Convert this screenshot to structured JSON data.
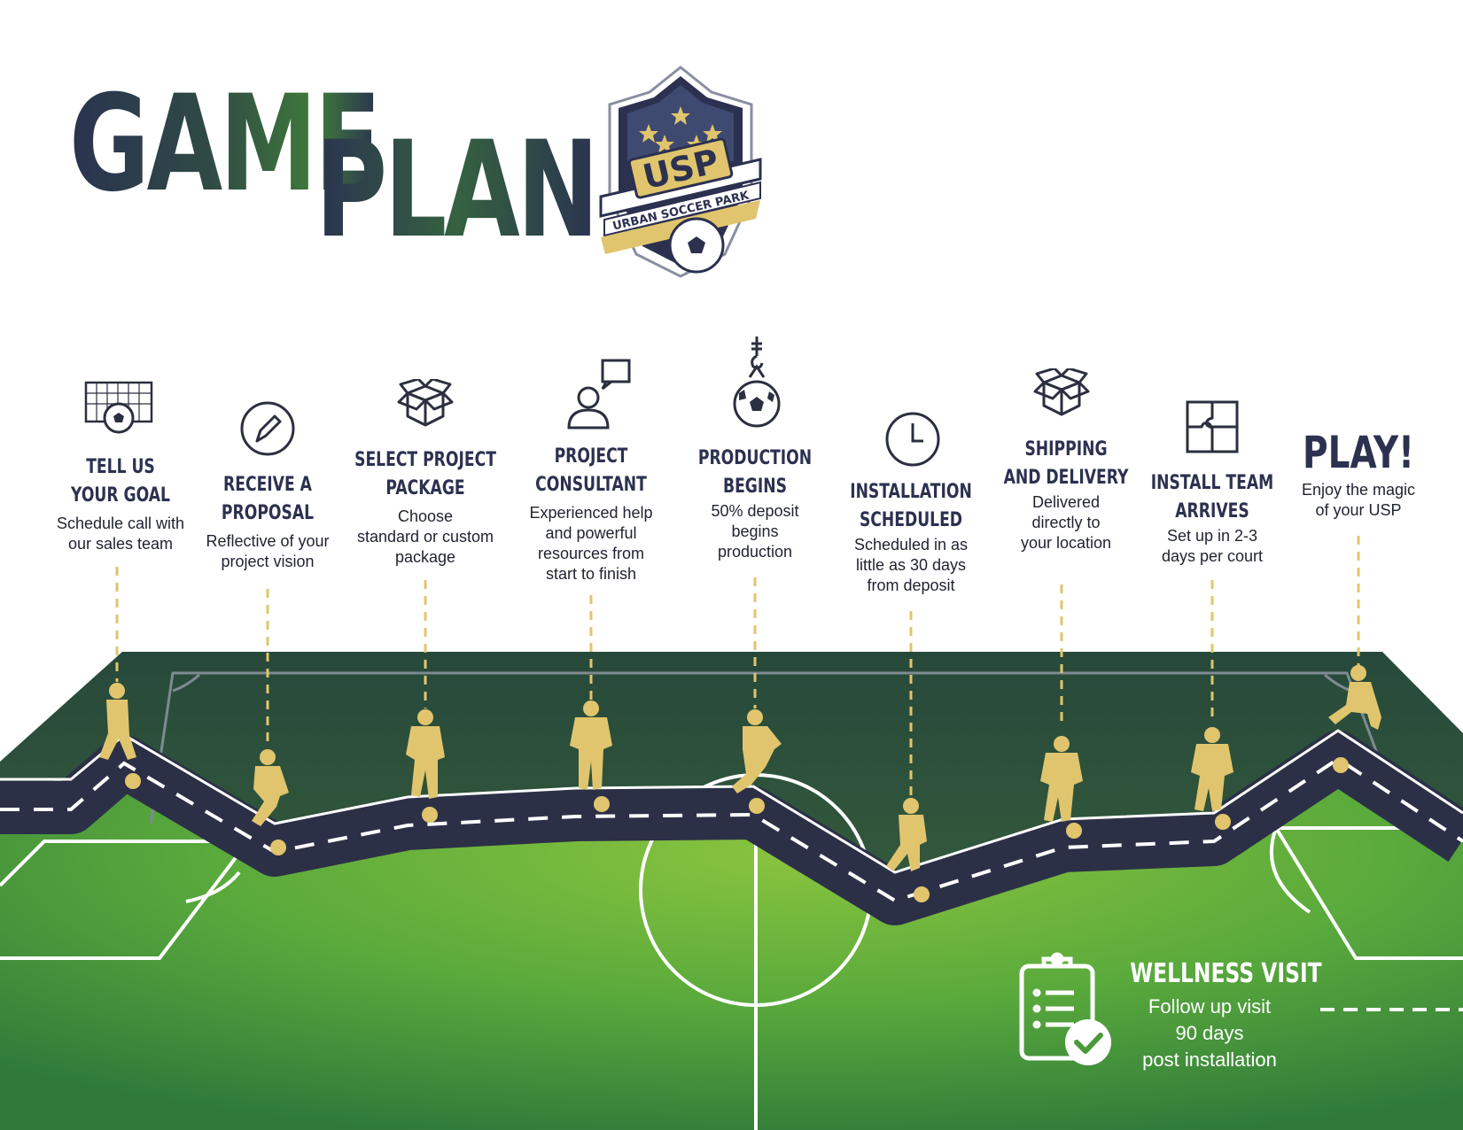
{
  "title": {
    "line1": "GAME",
    "line2": "PLAN"
  },
  "logo": {
    "abbr": "USP",
    "name": "URBAN SOCCER PARK"
  },
  "steps": [
    {
      "title1": "TELL US",
      "title2": "YOUR GOAL",
      "desc": [
        "Schedule call with",
        "our sales team"
      ],
      "icon": "soccer-goal-icon"
    },
    {
      "title1": "RECEIVE A",
      "title2": "PROPOSAL",
      "desc": [
        "Reflective of your",
        "project vision"
      ],
      "icon": "pencil-circle-icon"
    },
    {
      "title1": "SELECT PROJECT",
      "title2": "PACKAGE",
      "desc": [
        "Choose",
        "standard or custom",
        "package"
      ],
      "icon": "open-box-icon"
    },
    {
      "title1": "PROJECT",
      "title2": "CONSULTANT",
      "desc": [
        "Experienced help",
        "and powerful",
        "resources from",
        "start to finish"
      ],
      "icon": "person-chat-icon"
    },
    {
      "title1": "PRODUCTION",
      "title2": "BEGINS",
      "desc": [
        "50% deposit",
        "begins",
        "production"
      ],
      "icon": "crane-ball-icon"
    },
    {
      "title1": "INSTALLATION",
      "title2": "SCHEDULED",
      "desc": [
        "Scheduled in as",
        "little as 30 days",
        "from deposit"
      ],
      "icon": "clock-icon"
    },
    {
      "title1": "SHIPPING",
      "title2": "AND DELIVERY",
      "desc": [
        "Delivered",
        "directly to",
        "your location"
      ],
      "icon": "open-box-icon"
    },
    {
      "title1": "INSTALL TEAM",
      "title2": "ARRIVES",
      "desc": [
        "Set up in 2-3",
        "days per court"
      ],
      "icon": "puzzle-icon"
    },
    {
      "title1": "PLAY!",
      "title2": "",
      "desc": [
        "Enjoy the magic",
        "of your USP"
      ],
      "icon": ""
    }
  ],
  "wellness": {
    "title": "WELLNESS VISIT",
    "desc": [
      "Follow up visit",
      "90 days",
      "post installation"
    ],
    "icon": "clipboard-check-icon"
  },
  "colors": {
    "navy": "#2c3150",
    "gold": "#e0c56e",
    "field_green": "#5aa83a",
    "dark_green": "#2d5a3c",
    "road": "#2c3047"
  }
}
